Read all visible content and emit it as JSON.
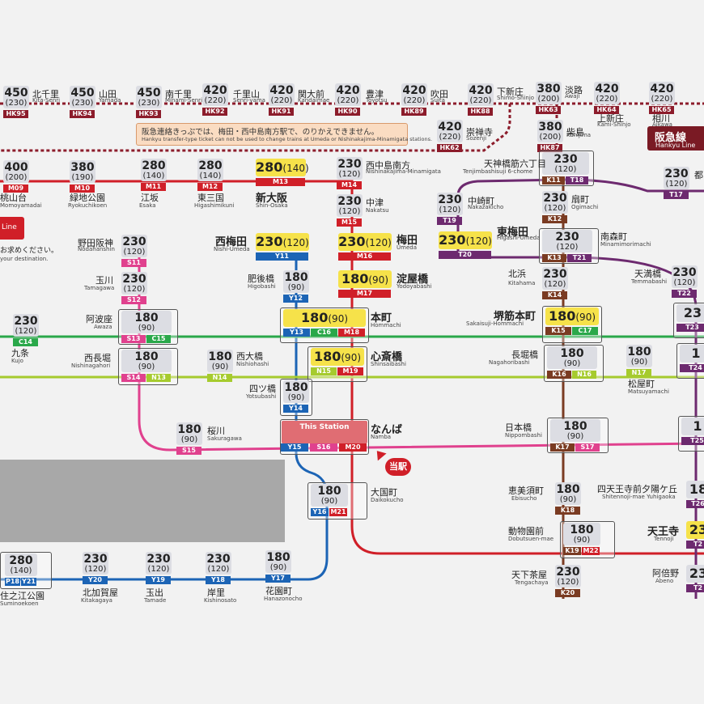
{
  "colors": {
    "hankyu": "#8c1c2b",
    "midosuji": "#d01f28",
    "yotsubashi": "#1c64b5",
    "chuo": "#2aa84a",
    "tanimachi": "#6d2a6f",
    "sakaisuji": "#7a3b22",
    "sennichimae": "#e0418e",
    "nagahori": "#a6cb2e",
    "fare_highlight": "#f6e24a"
  },
  "notice": {
    "jp": "阪急連絡きっぷでは、梅田・西中島南方駅で、のりかえできません。",
    "en": "Hankyu transfer-type ticket can not be used to change trains at Umeda or Nishinakajima-Minamigata stations."
  },
  "hankyu_sign": {
    "jp": "阪急線",
    "en": "Hankyu Line"
  },
  "left_sign": {
    "text": "Line"
  },
  "left_notice": {
    "text": "お求めください。",
    "en": "your destination."
  },
  "this_station": {
    "label": "This Station"
  },
  "you_are_here": {
    "label": "当駅"
  },
  "stations": [
    {
      "id": "kita-senri",
      "jp": "北千里",
      "en": "Kita-Senri",
      "fare": "450",
      "child": "(230)",
      "codes": [
        {
          "t": "HK95",
          "l": "hankyu"
        }
      ]
    },
    {
      "id": "yamada",
      "jp": "山田",
      "en": "Yamada",
      "fare": "450",
      "child": "(230)",
      "codes": [
        {
          "t": "HK94",
          "l": "hankyu"
        }
      ]
    },
    {
      "id": "minami-senri",
      "jp": "南千里",
      "en": "Minami-Senri",
      "fare": "450",
      "child": "(230)",
      "codes": [
        {
          "t": "HK93",
          "l": "hankyu"
        }
      ]
    },
    {
      "id": "senri-yama",
      "jp": "千里山",
      "en": "Senri-yama",
      "fare": "420",
      "child": "(220)",
      "codes": [
        {
          "t": "HK92",
          "l": "hankyu"
        }
      ]
    },
    {
      "id": "kandaimae",
      "jp": "関大前",
      "en": "Kandaimae",
      "fare": "420",
      "child": "(220)",
      "codes": [
        {
          "t": "HK91",
          "l": "hankyu"
        }
      ]
    },
    {
      "id": "toyotsu",
      "jp": "豊津",
      "en": "Toyotsu",
      "fare": "420",
      "child": "(220)",
      "codes": [
        {
          "t": "HK90",
          "l": "hankyu"
        }
      ]
    },
    {
      "id": "suita",
      "jp": "吹田",
      "en": "Suita",
      "fare": "420",
      "child": "(220)",
      "codes": [
        {
          "t": "HK89",
          "l": "hankyu"
        }
      ]
    },
    {
      "id": "shimo-shinjo",
      "jp": "下新庄",
      "en": "Shimo-Shinjo",
      "fare": "420",
      "child": "(220)",
      "codes": [
        {
          "t": "HK88",
          "l": "hankyu"
        }
      ]
    },
    {
      "id": "awaji",
      "jp": "淡路",
      "en": "Awaji",
      "fare": "380",
      "child": "(200)",
      "codes": [
        {
          "t": "HK63",
          "l": "hankyu"
        }
      ]
    },
    {
      "id": "kami-shinjo",
      "jp": "上新庄",
      "en": "Kami-Shinjo",
      "fare": "420",
      "child": "(220)",
      "codes": [
        {
          "t": "HK64",
          "l": "hankyu"
        }
      ]
    },
    {
      "id": "aikawa",
      "jp": "相川",
      "en": "Aikawa",
      "fare": "420",
      "child": "(220)",
      "codes": [
        {
          "t": "HK65",
          "l": "hankyu"
        }
      ]
    },
    {
      "id": "sozenji",
      "jp": "崇禅寺",
      "en": "Sozenji",
      "fare": "420",
      "child": "(220)",
      "codes": [
        {
          "t": "HK62",
          "l": "hankyu"
        }
      ]
    },
    {
      "id": "kunijima",
      "jp": "柴島",
      "en": "Kunijima",
      "fare": "380",
      "child": "(200)",
      "codes": [
        {
          "t": "HK87",
          "l": "hankyu"
        }
      ]
    },
    {
      "id": "momoyamadai",
      "jp": "桃山台",
      "en": "Momoyamadai",
      "fare": "400",
      "child": "(200)",
      "codes": [
        {
          "t": "M09",
          "l": "midosuji"
        }
      ]
    },
    {
      "id": "ryokuchikoen",
      "jp": "緑地公園",
      "en": "Ryokuchikoen",
      "fare": "380",
      "child": "(190)",
      "codes": [
        {
          "t": "M10",
          "l": "midosuji"
        }
      ]
    },
    {
      "id": "esaka",
      "jp": "江坂",
      "en": "Esaka",
      "fare": "280",
      "child": "(140)",
      "codes": [
        {
          "t": "M11",
          "l": "midosuji"
        }
      ]
    },
    {
      "id": "higashimikuni",
      "jp": "東三国",
      "en": "Higashimikuni",
      "fare": "280",
      "child": "(140)",
      "codes": [
        {
          "t": "M12",
          "l": "midosuji"
        }
      ]
    },
    {
      "id": "shin-osaka",
      "jp": "新大阪",
      "en": "Shin-Osaka",
      "fare": "280",
      "child": "(140)",
      "codes": [
        {
          "t": "M13",
          "l": "midosuji"
        }
      ]
    },
    {
      "id": "nishinakajima",
      "jp": "西中島南方",
      "en": "Nishinakajima-Minamigata",
      "fare": "230",
      "child": "(120)",
      "codes": [
        {
          "t": "M14",
          "l": "midosuji"
        }
      ]
    },
    {
      "id": "nakatsu",
      "jp": "中津",
      "en": "Nakatsu",
      "fare": "230",
      "child": "(120)",
      "codes": [
        {
          "t": "M15",
          "l": "midosuji"
        }
      ]
    },
    {
      "id": "umeda",
      "jp": "梅田",
      "en": "Umeda",
      "fare": "230",
      "child": "(120)",
      "codes": [
        {
          "t": "M16",
          "l": "midosuji"
        }
      ]
    },
    {
      "id": "yodoyabashi",
      "jp": "淀屋橋",
      "en": "Yodoyabashi",
      "fare": "180",
      "child": "(90)",
      "codes": [
        {
          "t": "M17",
          "l": "midosuji"
        }
      ]
    },
    {
      "id": "hommachi",
      "jp": "本町",
      "en": "Hommachi",
      "fare": "180",
      "child": "(90)",
      "codes": [
        {
          "t": "Y13",
          "l": "yotsubashi"
        },
        {
          "t": "C16",
          "l": "chuo"
        },
        {
          "t": "M18",
          "l": "midosuji"
        }
      ]
    },
    {
      "id": "shinsaibashi",
      "jp": "心斎橋",
      "en": "Shinsaibashi",
      "fare": "180",
      "child": "(90)",
      "codes": [
        {
          "t": "N15",
          "l": "nagahori"
        },
        {
          "t": "M19",
          "l": "midosuji"
        }
      ]
    },
    {
      "id": "namba",
      "jp": "なんば",
      "en": "Namba",
      "codes": [
        {
          "t": "Y15",
          "l": "yotsubashi"
        },
        {
          "t": "S16",
          "l": "sennichimae"
        },
        {
          "t": "M20",
          "l": "midosuji"
        }
      ]
    },
    {
      "id": "daikokucho",
      "jp": "大国町",
      "en": "Daikokucho",
      "fare": "180",
      "child": "(90)",
      "codes": [
        {
          "t": "Y16",
          "l": "yotsubashi"
        },
        {
          "t": "M21",
          "l": "midosuji"
        }
      ]
    },
    {
      "id": "dobutsuen",
      "jp": "動物園前",
      "en": "Dobutsuen-mae",
      "fare": "180",
      "child": "(90)",
      "codes": [
        {
          "t": "K19",
          "l": "sakaisuji"
        },
        {
          "t": "M22",
          "l": "midosuji"
        }
      ]
    },
    {
      "id": "tennoji",
      "jp": "天王寺",
      "en": "Tennoji",
      "fare": "23",
      "codes": [
        {
          "t": "T2",
          "l": "tanimachi"
        }
      ]
    },
    {
      "id": "nishi-umeda",
      "jp": "西梅田",
      "en": "Nishi-Umeda",
      "fare": "230",
      "child": "(120)",
      "codes": [
        {
          "t": "Y11",
          "l": "yotsubashi"
        }
      ]
    },
    {
      "id": "higobashi",
      "jp": "肥後橋",
      "en": "Higobashi",
      "fare": "180",
      "child": "(90)",
      "codes": [
        {
          "t": "Y12",
          "l": "yotsubashi"
        }
      ]
    },
    {
      "id": "yotsubashi",
      "jp": "四ツ橋",
      "en": "Yotsubashi",
      "fare": "180",
      "child": "(90)",
      "codes": [
        {
          "t": "Y14",
          "l": "yotsubashi"
        }
      ]
    },
    {
      "id": "hanazonocho",
      "jp": "花園町",
      "en": "Hanazonocho",
      "fare": "180",
      "child": "(90)",
      "codes": [
        {
          "t": "Y17",
          "l": "yotsubashi"
        }
      ]
    },
    {
      "id": "kishinosato",
      "jp": "岸里",
      "en": "Kishinosato",
      "fare": "230",
      "child": "(120)",
      "codes": [
        {
          "t": "Y18",
          "l": "yotsubashi"
        }
      ]
    },
    {
      "id": "tamade",
      "jp": "玉出",
      "en": "Tamade",
      "fare": "230",
      "child": "(120)",
      "codes": [
        {
          "t": "Y19",
          "l": "yotsubashi"
        }
      ]
    },
    {
      "id": "kitakagaya",
      "jp": "北加賀屋",
      "en": "Kitakagaya",
      "fare": "230",
      "child": "(120)",
      "codes": [
        {
          "t": "Y20",
          "l": "yotsubashi"
        }
      ]
    },
    {
      "id": "suminoekoen",
      "jp": "住之江公園",
      "en": "Suminoekoen",
      "fare": "280",
      "child": "(140)",
      "codes": [
        {
          "t": "P18",
          "l": "yotsubashi"
        },
        {
          "t": "Y21",
          "l": "yotsubashi"
        }
      ]
    },
    {
      "id": "nodahanshin",
      "jp": "野田阪神",
      "en": "Nodahanshin",
      "fare": "230",
      "child": "(120)",
      "codes": [
        {
          "t": "S11",
          "l": "sennichimae"
        }
      ]
    },
    {
      "id": "tamagawa",
      "jp": "玉川",
      "en": "Tamagawa",
      "fare": "230",
      "child": "(120)",
      "codes": [
        {
          "t": "S12",
          "l": "sennichimae"
        }
      ]
    },
    {
      "id": "awaza",
      "jp": "阿波座",
      "en": "Awaza",
      "fare": "180",
      "child": "(90)",
      "codes": [
        {
          "t": "S13",
          "l": "sennichimae"
        },
        {
          "t": "C15",
          "l": "chuo"
        }
      ]
    },
    {
      "id": "nishinagahori",
      "jp": "西長堀",
      "en": "Nishinagahori",
      "fare": "180",
      "child": "(90)",
      "codes": [
        {
          "t": "S14",
          "l": "sennichimae"
        },
        {
          "t": "N13",
          "l": "nagahori"
        }
      ]
    },
    {
      "id": "sakuragawa",
      "jp": "桜川",
      "en": "Sakuragawa",
      "fare": "180",
      "child": "(90)",
      "codes": [
        {
          "t": "S15",
          "l": "sennichimae"
        }
      ]
    },
    {
      "id": "kujo",
      "jp": "九条",
      "en": "Kujo",
      "fare": "230",
      "child": "(120)",
      "codes": [
        {
          "t": "C14",
          "l": "chuo"
        }
      ]
    },
    {
      "id": "nishiohashi",
      "jp": "西大橋",
      "en": "Nishiohashi",
      "fare": "180",
      "child": "(90)",
      "codes": [
        {
          "t": "N14",
          "l": "nagahori"
        }
      ]
    },
    {
      "id": "tenjimbashi6",
      "jp": "天神橋筋六丁目",
      "en": "Tenjimbashisuji 6-chome",
      "fare": "230",
      "child": "(120)",
      "codes": [
        {
          "t": "K11",
          "l": "sakaisuji"
        },
        {
          "t": "T18",
          "l": "tanimachi"
        }
      ]
    },
    {
      "id": "ogimachi",
      "jp": "扇町",
      "en": "Ogimachi",
      "fare": "230",
      "child": "(120)",
      "codes": [
        {
          "t": "K12",
          "l": "sakaisuji"
        }
      ]
    },
    {
      "id": "nakazakicho",
      "jp": "中崎町",
      "en": "Nakazakicho",
      "fare": "230",
      "child": "(120)",
      "codes": [
        {
          "t": "T19",
          "l": "tanimachi"
        }
      ]
    },
    {
      "id": "higashi-umeda",
      "jp": "東梅田",
      "en": "Higashi-Umeda",
      "fare": "230",
      "child": "(120)",
      "codes": [
        {
          "t": "T20",
          "l": "tanimachi"
        }
      ]
    },
    {
      "id": "minamimorimachi",
      "jp": "南森町",
      "en": "Minamimorimachi",
      "fare": "230",
      "child": "(120)",
      "codes": [
        {
          "t": "K13",
          "l": "sakaisuji"
        },
        {
          "t": "T21",
          "l": "tanimachi"
        }
      ]
    },
    {
      "id": "kitahama",
      "jp": "北浜",
      "en": "Kitahama",
      "fare": "230",
      "child": "(120)",
      "codes": [
        {
          "t": "K14",
          "l": "sakaisuji"
        }
      ]
    },
    {
      "id": "sakaisuji-hommachi",
      "jp": "堺筋本町",
      "en": "Sakaisuji-Hommachi",
      "fare": "180",
      "child": "(90)",
      "codes": [
        {
          "t": "K15",
          "l": "sakaisuji"
        },
        {
          "t": "C17",
          "l": "chuo"
        }
      ]
    },
    {
      "id": "nagahoribashi",
      "jp": "長堀橋",
      "en": "Nagahoribashi",
      "fare": "180",
      "child": "(90)",
      "codes": [
        {
          "t": "K16",
          "l": "sakaisuji"
        },
        {
          "t": "N16",
          "l": "nagahori"
        }
      ]
    },
    {
      "id": "nippombashi",
      "jp": "日本橋",
      "en": "Nippombashi",
      "fare": "180",
      "child": "(90)",
      "codes": [
        {
          "t": "K17",
          "l": "sakaisuji"
        },
        {
          "t": "S17",
          "l": "sennichimae"
        }
      ]
    },
    {
      "id": "ebisucho",
      "jp": "恵美須町",
      "en": "Ebisucho",
      "fare": "180",
      "child": "(90)",
      "codes": [
        {
          "t": "K18",
          "l": "sakaisuji"
        }
      ]
    },
    {
      "id": "tengachaya",
      "jp": "天下茶屋",
      "en": "Tengachaya",
      "fare": "230",
      "child": "(120)",
      "codes": [
        {
          "t": "K20",
          "l": "sakaisuji"
        }
      ]
    },
    {
      "id": "matsuyamachi",
      "jp": "松屋町",
      "en": "Matsuyamachi",
      "fare": "180",
      "child": "(90)",
      "codes": [
        {
          "t": "N17",
          "l": "nagahori"
        }
      ]
    },
    {
      "id": "tenmabashi",
      "jp": "天満橋",
      "en": "Temmabashi",
      "fare": "230",
      "child": "(120)",
      "codes": [
        {
          "t": "T22",
          "l": "tanimachi"
        }
      ]
    },
    {
      "id": "tanimachi4",
      "fare": "23",
      "codes": [
        {
          "t": "T23",
          "l": "tanimachi"
        }
      ]
    },
    {
      "id": "tanimachi6",
      "fare": "1",
      "codes": [
        {
          "t": "T24",
          "l": "tanimachi"
        }
      ]
    },
    {
      "id": "tanimachi9",
      "fare": "1",
      "codes": [
        {
          "t": "T25",
          "l": "tanimachi"
        }
      ]
    },
    {
      "id": "shitennoji",
      "jp": "四天王寺前夕陽ケ丘",
      "en": "Shitennoji-mae Yuhigaoka",
      "fare": "18",
      "codes": [
        {
          "t": "T26",
          "l": "tanimachi"
        }
      ]
    },
    {
      "id": "abeno",
      "jp": "阿倍野",
      "en": "Abeno",
      "fare": "23",
      "codes": [
        {
          "t": "T2",
          "l": "tanimachi"
        }
      ]
    },
    {
      "id": "miyakojima",
      "jp": "都",
      "fare": "230",
      "child": "(120)",
      "codes": [
        {
          "t": "T17",
          "l": "tanimachi"
        }
      ]
    }
  ]
}
